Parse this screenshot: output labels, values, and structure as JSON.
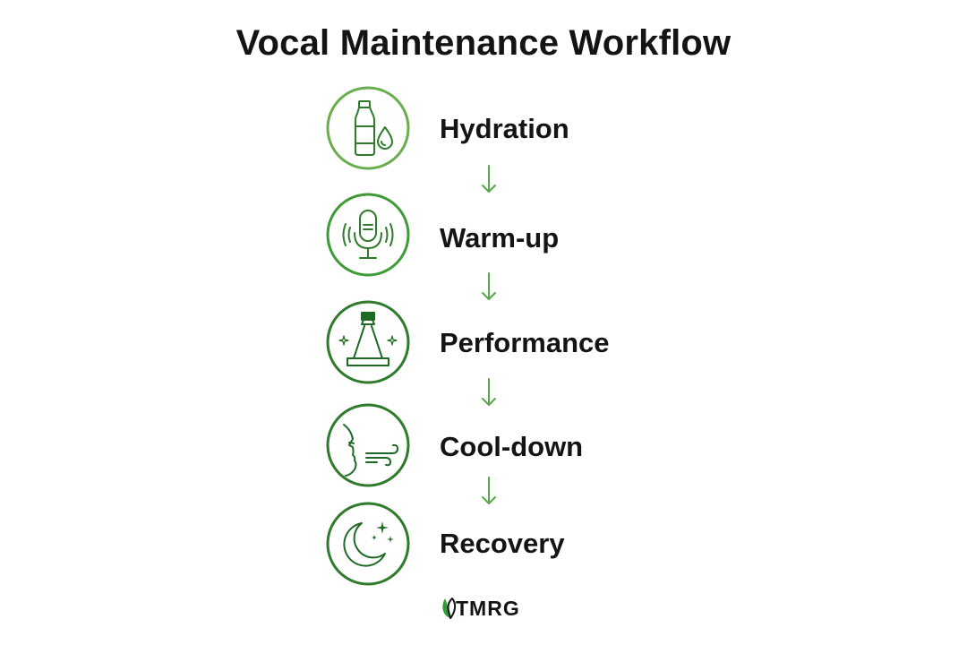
{
  "title": "Vocal Maintenance Workflow",
  "accent_colors": {
    "light_green": "#6aad4f",
    "mid_green": "#3f9a38",
    "dark_green": "#2f7a2b",
    "darkest_green": "#1e6a24",
    "arrow_green": "#5aa64a"
  },
  "steps": [
    {
      "label": "Hydration",
      "icon": "water-bottle-droplet-icon"
    },
    {
      "label": "Warm-up",
      "icon": "microphone-sound-waves-icon"
    },
    {
      "label": "Performance",
      "icon": "spotlight-stage-icon"
    },
    {
      "label": "Cool-down",
      "icon": "face-exhale-breath-icon"
    },
    {
      "label": "Recovery",
      "icon": "crescent-moon-stars-icon"
    }
  ],
  "logo": {
    "text": "TMRG",
    "icon": "leaf-icon"
  }
}
